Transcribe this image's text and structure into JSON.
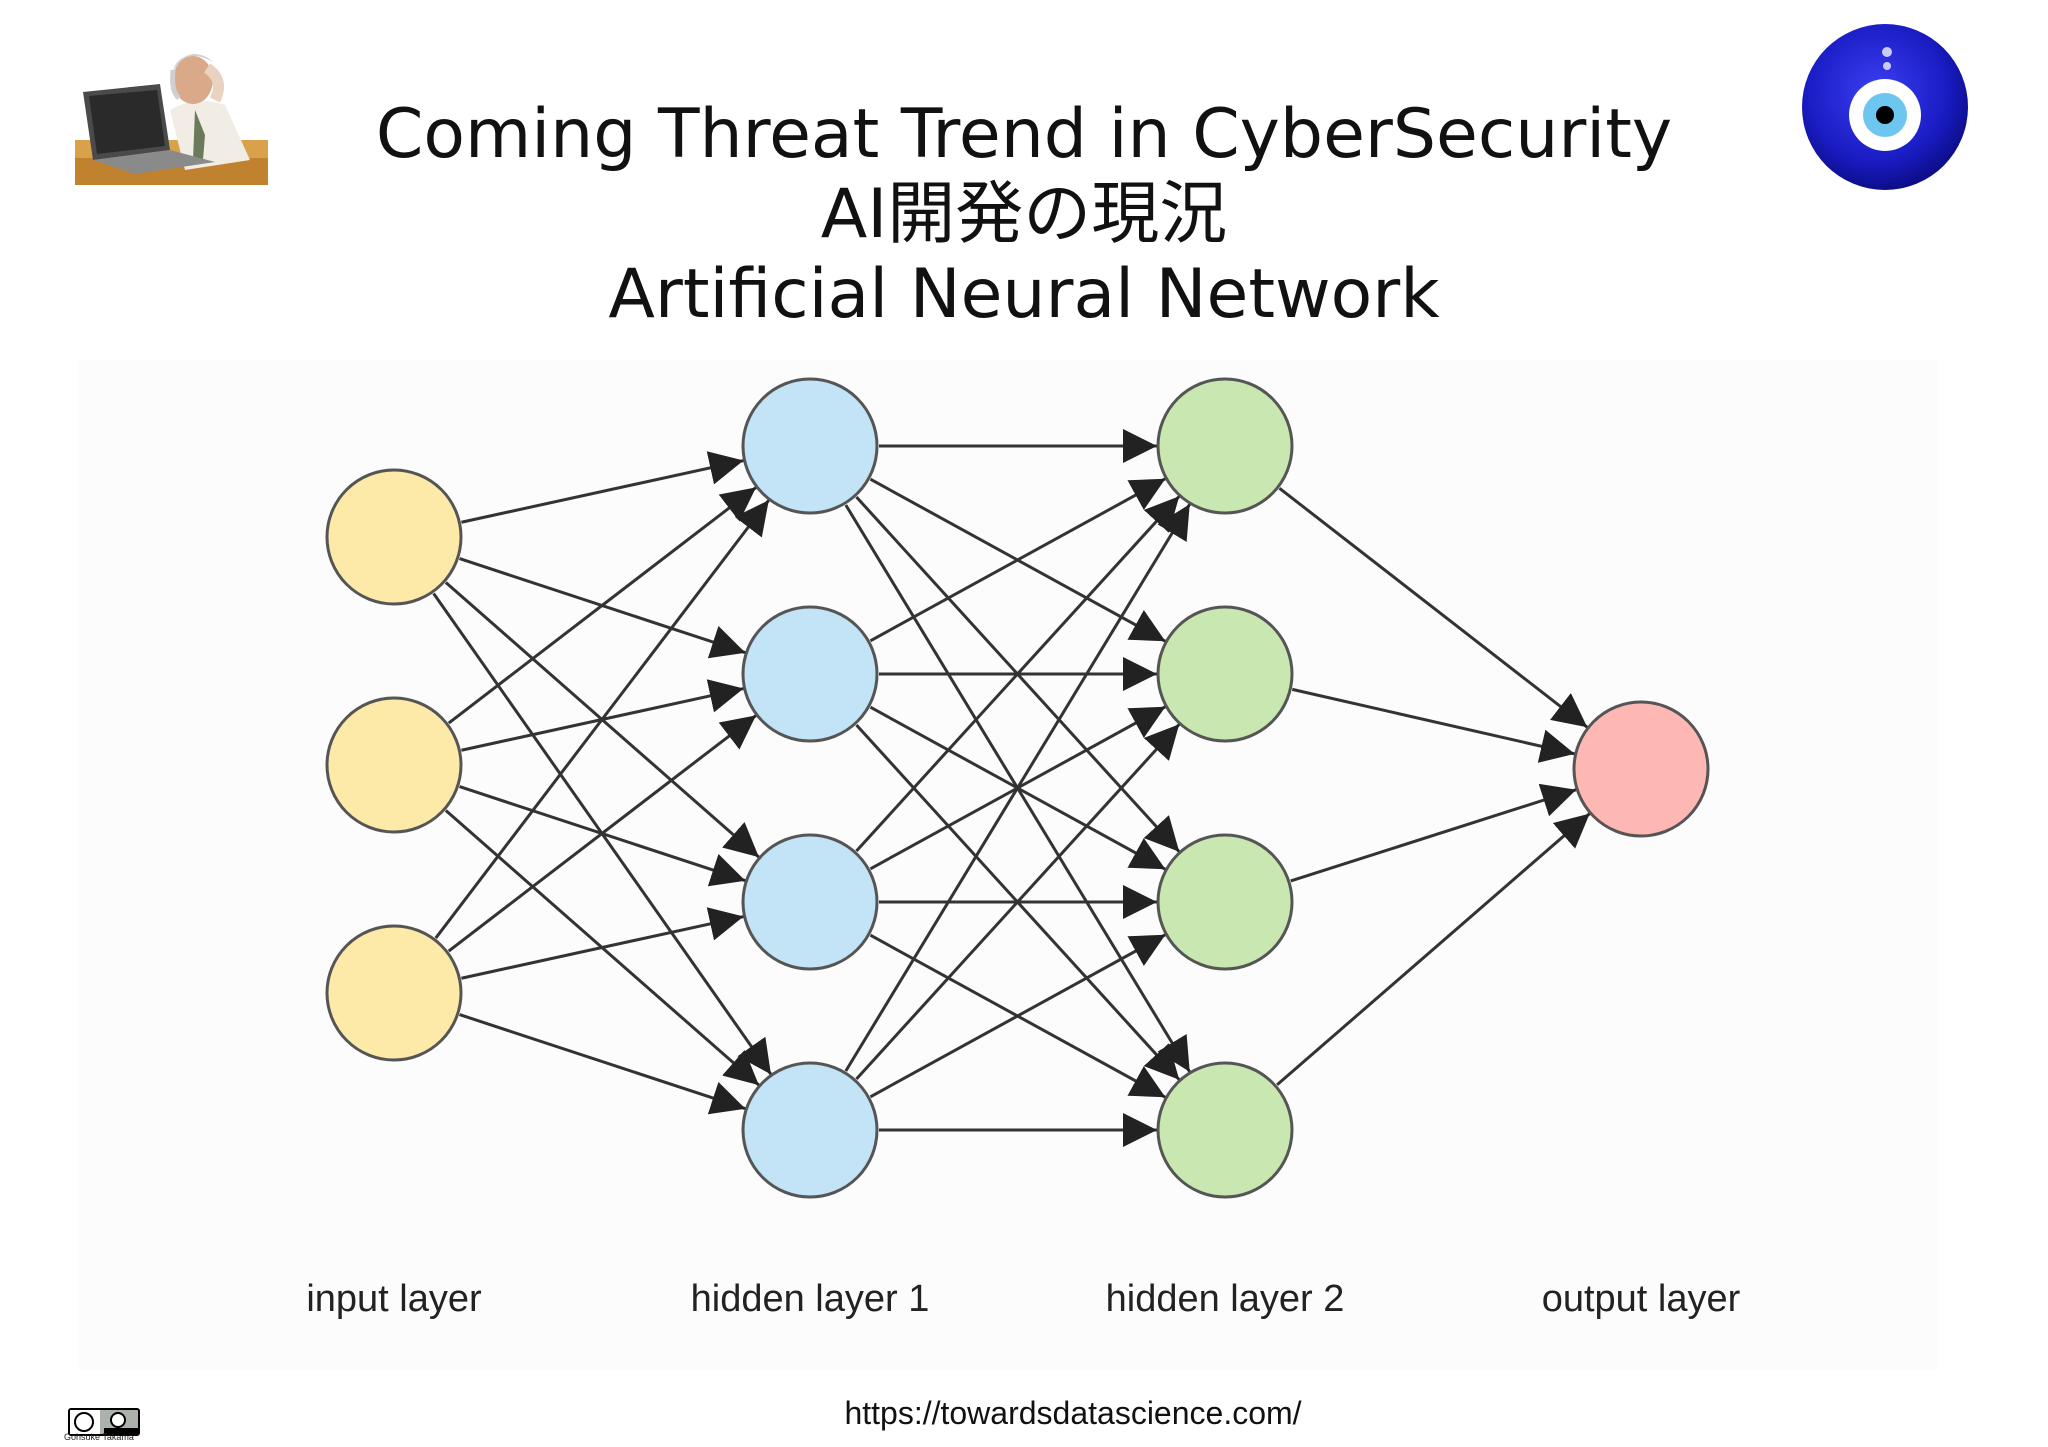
{
  "title": {
    "line1": "Coming Threat Trend in CyberSecurity",
    "line2": "AI開発の現況",
    "line3": "Artificial Neural Network"
  },
  "diagram": {
    "layers": [
      {
        "label": "input layer",
        "nodes": 3,
        "color": "#fde9a8"
      },
      {
        "label": "hidden layer 1",
        "nodes": 4,
        "color": "#c3e3f6"
      },
      {
        "label": "hidden layer 2",
        "nodes": 4,
        "color": "#c9e7b0"
      },
      {
        "label": "output layer",
        "nodes": 1,
        "color": "#fdb8b3"
      }
    ],
    "edge_color": "#333333",
    "node_stroke": "#555555"
  },
  "source": "https://towardsdatascience.com/",
  "license": {
    "badge": "cc by",
    "author": "Gohsuke Takama"
  },
  "icons": {
    "photo": "man-at-laptop-photo",
    "eye": "evil-eye-icon"
  }
}
